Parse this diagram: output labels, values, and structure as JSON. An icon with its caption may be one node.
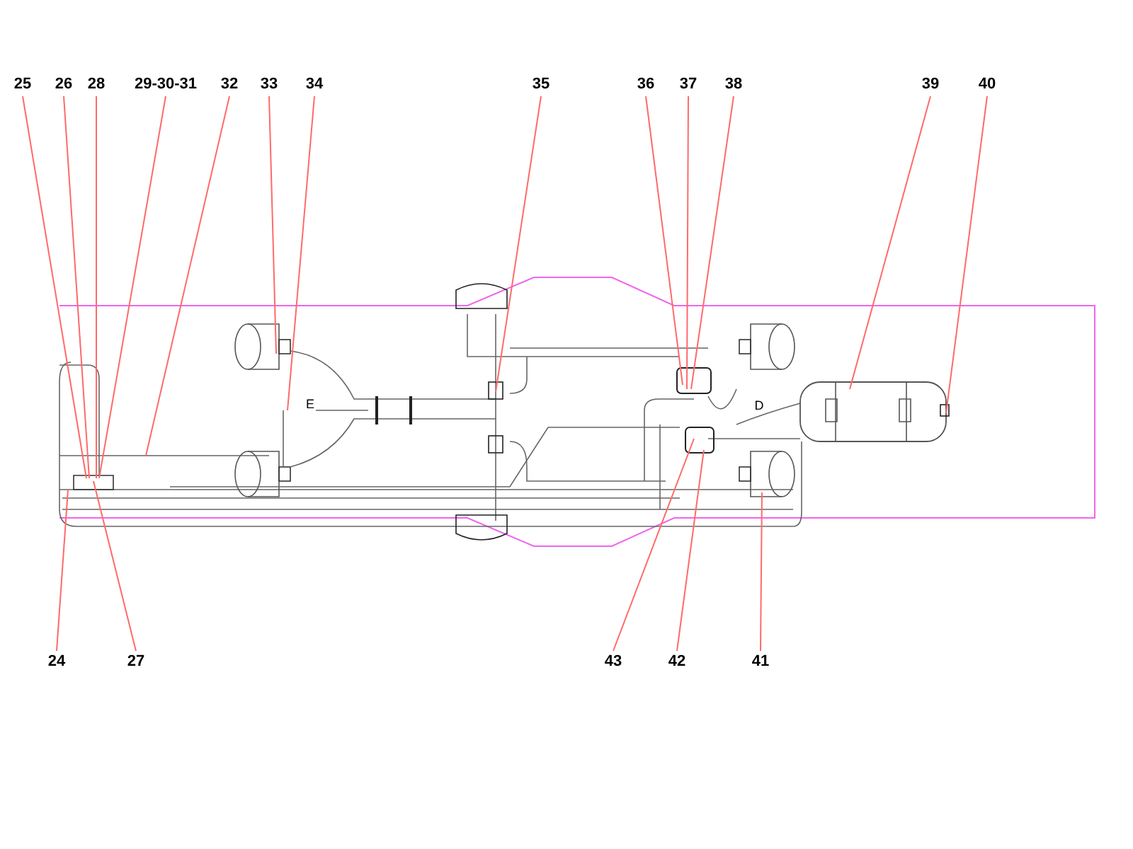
{
  "diagram": {
    "nodes": [
      {
        "text": [
          "25"
        ]
      },
      {
        "text": [
          "26"
        ]
      },
      {
        "text": [
          "28"
        ]
      },
      {
        "text": [
          "29-30-31"
        ]
      },
      {
        "text": [
          "32"
        ]
      },
      {
        "text": [
          "33"
        ]
      },
      {
        "text": [
          "34"
        ]
      },
      {
        "text": [
          "35"
        ]
      },
      {
        "text": [
          "36"
        ]
      },
      {
        "text": [
          "37"
        ]
      },
      {
        "text": [
          "38"
        ]
      },
      {
        "text": [
          "39"
        ]
      },
      {
        "text": [
          "40"
        ]
      },
      {
        "text": [
          "24"
        ]
      },
      {
        "text": [
          "27"
        ]
      },
      {
        "text": [
          "43"
        ]
      },
      {
        "text": [
          "42"
        ]
      },
      {
        "text": [
          "41"
        ]
      }
    ],
    "edges": [
      {
        "from": 0,
        "to": null,
        "arrow": "none"
      },
      {
        "from": 1,
        "to": null,
        "arrow": "none"
      },
      {
        "from": 2,
        "to": null,
        "arrow": "none"
      },
      {
        "from": 3,
        "to": null,
        "arrow": "none"
      },
      {
        "from": 4,
        "to": null,
        "arrow": "none"
      },
      {
        "from": 5,
        "to": null,
        "arrow": "none"
      },
      {
        "from": 6,
        "to": null,
        "arrow": "none"
      },
      {
        "from": 7,
        "to": null,
        "arrow": "none"
      },
      {
        "from": 8,
        "to": null,
        "arrow": "none"
      },
      {
        "from": 9,
        "to": null,
        "arrow": "none"
      },
      {
        "from": 10,
        "to": null,
        "arrow": "none"
      },
      {
        "from": 11,
        "to": null,
        "arrow": "none"
      },
      {
        "from": 12,
        "to": null,
        "arrow": "none"
      },
      {
        "from": 13,
        "to": null,
        "arrow": "none"
      },
      {
        "from": 14,
        "to": null,
        "arrow": "none"
      },
      {
        "from": 15,
        "to": null,
        "arrow": "none"
      },
      {
        "from": 16,
        "to": null,
        "arrow": "none"
      },
      {
        "from": 17,
        "to": null,
        "arrow": "none"
      }
    ],
    "labels": [
      "E",
      "D"
    ]
  }
}
